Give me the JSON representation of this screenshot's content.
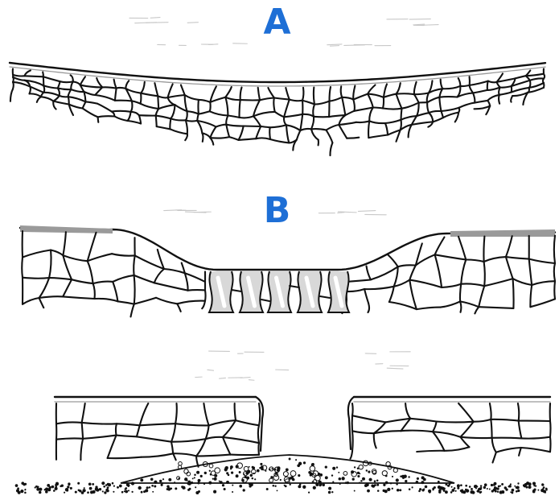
{
  "colors": {
    "label": "#1e6fd6",
    "ink": "#111111",
    "shade": "#9a9a9a"
  },
  "panels": [
    {
      "id": "a",
      "label": "A"
    },
    {
      "id": "b",
      "label": "B"
    },
    {
      "id": "c",
      "label": ""
    }
  ]
}
